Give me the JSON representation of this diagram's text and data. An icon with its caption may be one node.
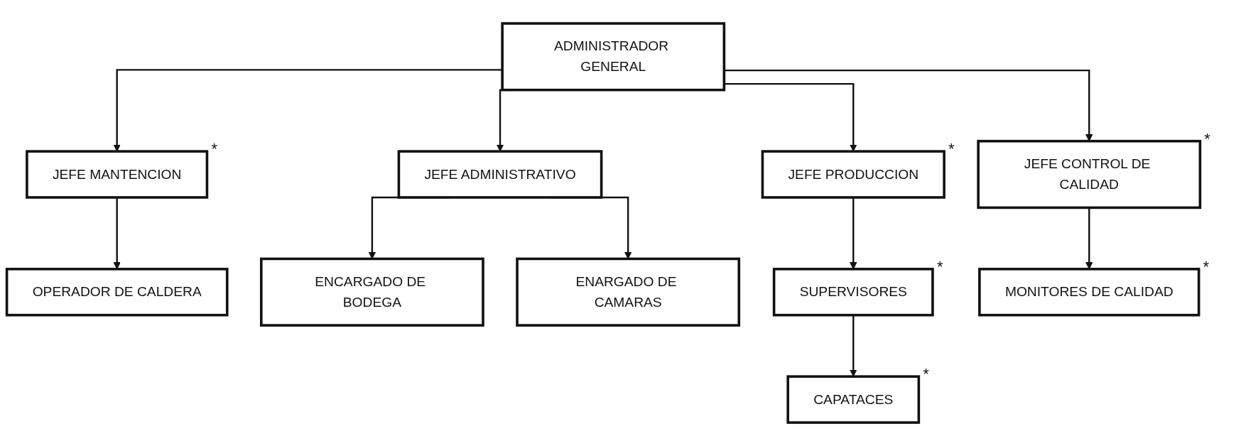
{
  "diagram": {
    "nodes": [
      {
        "text": [
          "ADMINISTRADOR GENERAL"
        ]
      },
      {
        "text": [
          "JEFE MANTENCION"
        ],
        "beside": [
          "*"
        ]
      },
      {
        "text": [
          "JEFE ADMINISTRATIVO"
        ]
      },
      {
        "text": [
          "JEFE PRODUCCION"
        ],
        "beside": [
          "*"
        ]
      },
      {
        "text": [
          "JEFE CONTROL DE CALIDAD"
        ],
        "beside": [
          "*"
        ]
      },
      {
        "text": [
          "OPERADOR DE CALDERA"
        ]
      },
      {
        "text": [
          "ENCARGADO DE BODEGA"
        ]
      },
      {
        "text": [
          "ENARGADO DE CAMARAS"
        ]
      },
      {
        "text": [
          "SUPERVISORES"
        ],
        "beside": [
          "*"
        ]
      },
      {
        "text": [
          "MONITORES DE CALIDAD"
        ],
        "beside": [
          "*"
        ]
      },
      {
        "text": [
          "CAPATACES"
        ],
        "beside": [
          "*"
        ]
      }
    ],
    "edges": [
      {
        "from": 0,
        "to": 1,
        "arrow": "to"
      },
      {
        "from": 0,
        "to": 2,
        "arrow": "to"
      },
      {
        "from": 0,
        "to": 3,
        "arrow": "to"
      },
      {
        "from": 0,
        "to": 4,
        "arrow": "to"
      },
      {
        "from": 1,
        "to": 5,
        "arrow": "to"
      },
      {
        "from": 2,
        "to": 6,
        "arrow": "to"
      },
      {
        "from": 2,
        "to": 7,
        "arrow": "to"
      },
      {
        "from": 3,
        "to": 8,
        "arrow": "to"
      },
      {
        "from": 4,
        "to": 9,
        "arrow": "to"
      },
      {
        "from": 8,
        "to": 10,
        "arrow": "to"
      }
    ]
  }
}
